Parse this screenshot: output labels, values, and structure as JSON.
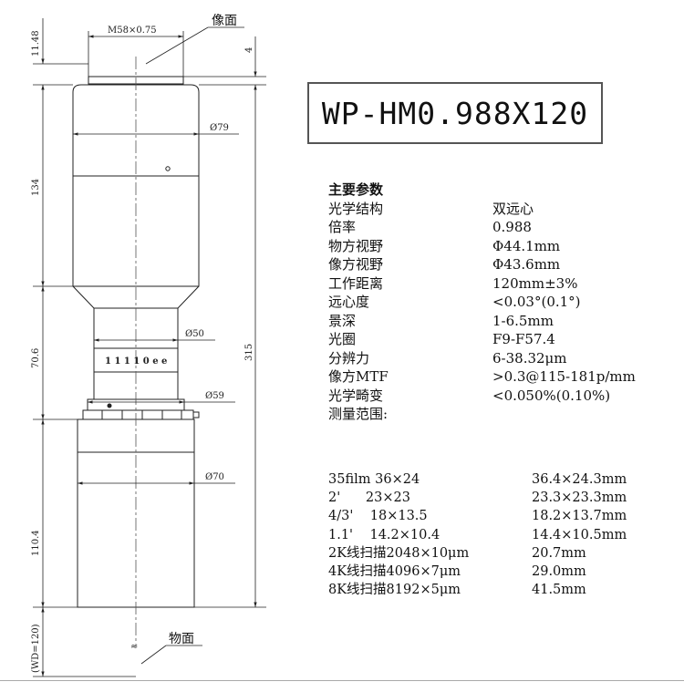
{
  "title": "WP-HM0.988X120",
  "labels": {
    "image_plane": "像面",
    "object_plane": "物面",
    "thread": "M58×0.75",
    "focus_marks": "1 1 1 1 0 e e"
  },
  "dimensions": {
    "d79": "Ø79",
    "d50": "Ø50",
    "d59": "Ø59",
    "d70": "Ø70",
    "h11_48": "11.48",
    "h4": "4",
    "h134": "134",
    "h70_6": "70.6",
    "h110_4": "110.4",
    "h315": "315",
    "wd": "(WD=120)"
  },
  "params_heading": "主要参数",
  "params": [
    {
      "k": "光学结构",
      "v": "双远心"
    },
    {
      "k": "倍率",
      "v": "0.988"
    },
    {
      "k": "物方视野",
      "v": "Φ44.1mm"
    },
    {
      "k": "像方视野",
      "v": "Φ43.6mm"
    },
    {
      "k": "工作距离",
      "v": "120mm±3%"
    },
    {
      "k": "远心度",
      "v": "<0.03°(0.1°)"
    },
    {
      "k": "景深",
      "v": "1-6.5mm"
    },
    {
      "k": "光圈",
      "v": "F9-F57.4"
    },
    {
      "k": "分辨力",
      "v": "6-38.32μm"
    },
    {
      "k": "像方MTF",
      "v": ">0.3@115-181p/mm"
    },
    {
      "k": "光学畸变",
      "v": "<0.050%(0.10%)"
    },
    {
      "k": "测量范围:",
      "v": ""
    }
  ],
  "measure": [
    {
      "a": "35film 36×24",
      "b": "36.4×24.3mm"
    },
    {
      "a": "2'      23×23",
      "b": "23.3×23.3mm"
    },
    {
      "a": "4/3'    18×13.5",
      "b": "18.2×13.7mm"
    },
    {
      "a": "1.1'    14.2×10.4",
      "b": "14.4×10.5mm"
    },
    {
      "a": "2K线扫描2048×10μm",
      "b": "20.7mm"
    },
    {
      "a": "4K线扫描4096×7μm",
      "b": "29.0mm"
    },
    {
      "a": "8K线扫描8192×5μm",
      "b": "41.5mm"
    }
  ]
}
